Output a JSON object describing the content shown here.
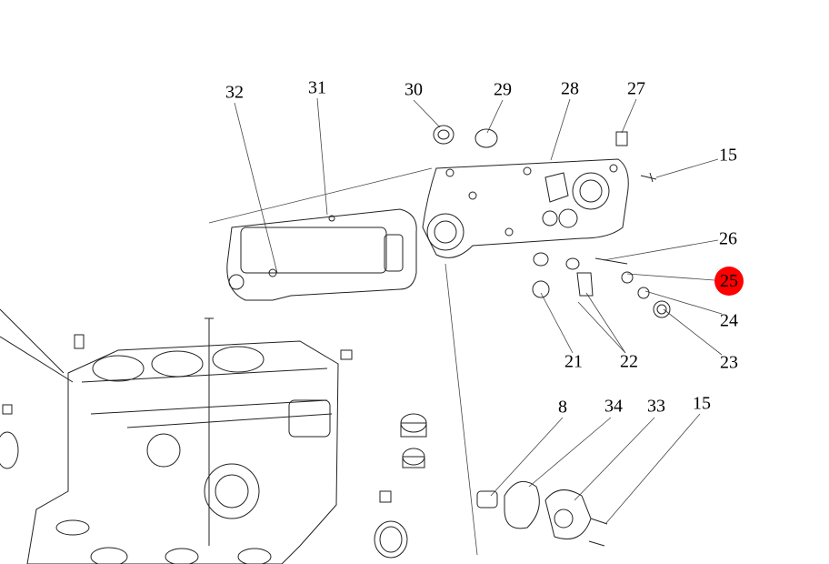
{
  "diagram": {
    "highlight_color": "#ff0000",
    "callouts": [
      {
        "id": "32",
        "text": "32"
      },
      {
        "id": "31",
        "text": "31"
      },
      {
        "id": "30",
        "text": "30"
      },
      {
        "id": "29",
        "text": "29"
      },
      {
        "id": "28",
        "text": "28"
      },
      {
        "id": "27",
        "text": "27"
      },
      {
        "id": "15a",
        "text": "15"
      },
      {
        "id": "26",
        "text": "26"
      },
      {
        "id": "25",
        "text": "25",
        "highlighted": true
      },
      {
        "id": "24",
        "text": "24"
      },
      {
        "id": "23",
        "text": "23"
      },
      {
        "id": "21",
        "text": "21"
      },
      {
        "id": "22",
        "text": "22"
      },
      {
        "id": "8",
        "text": "8"
      },
      {
        "id": "34",
        "text": "34"
      },
      {
        "id": "33",
        "text": "33"
      },
      {
        "id": "15b",
        "text": "15"
      }
    ]
  }
}
